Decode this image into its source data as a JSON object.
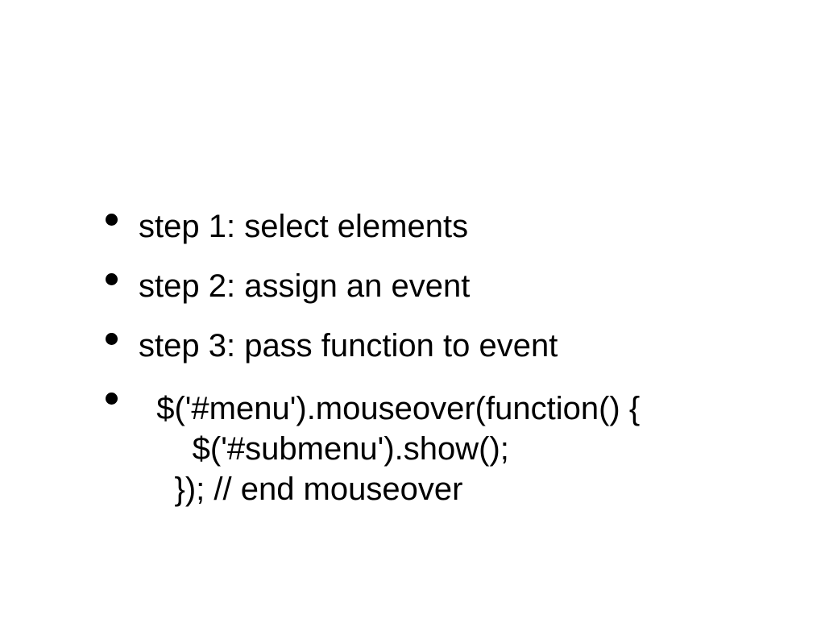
{
  "slide": {
    "background_color": "#ffffff",
    "text_color": "#000000",
    "bullet_items": [
      {
        "label": "step 1: select elements"
      },
      {
        "label": "step 2: assign an event"
      },
      {
        "label": "step 3: pass function to event"
      }
    ],
    "code_item": {
      "lines": [
        "  $('#menu').mouseover(function() {",
        "      $('#submenu').show();",
        "    }); // end mouseover"
      ]
    }
  }
}
